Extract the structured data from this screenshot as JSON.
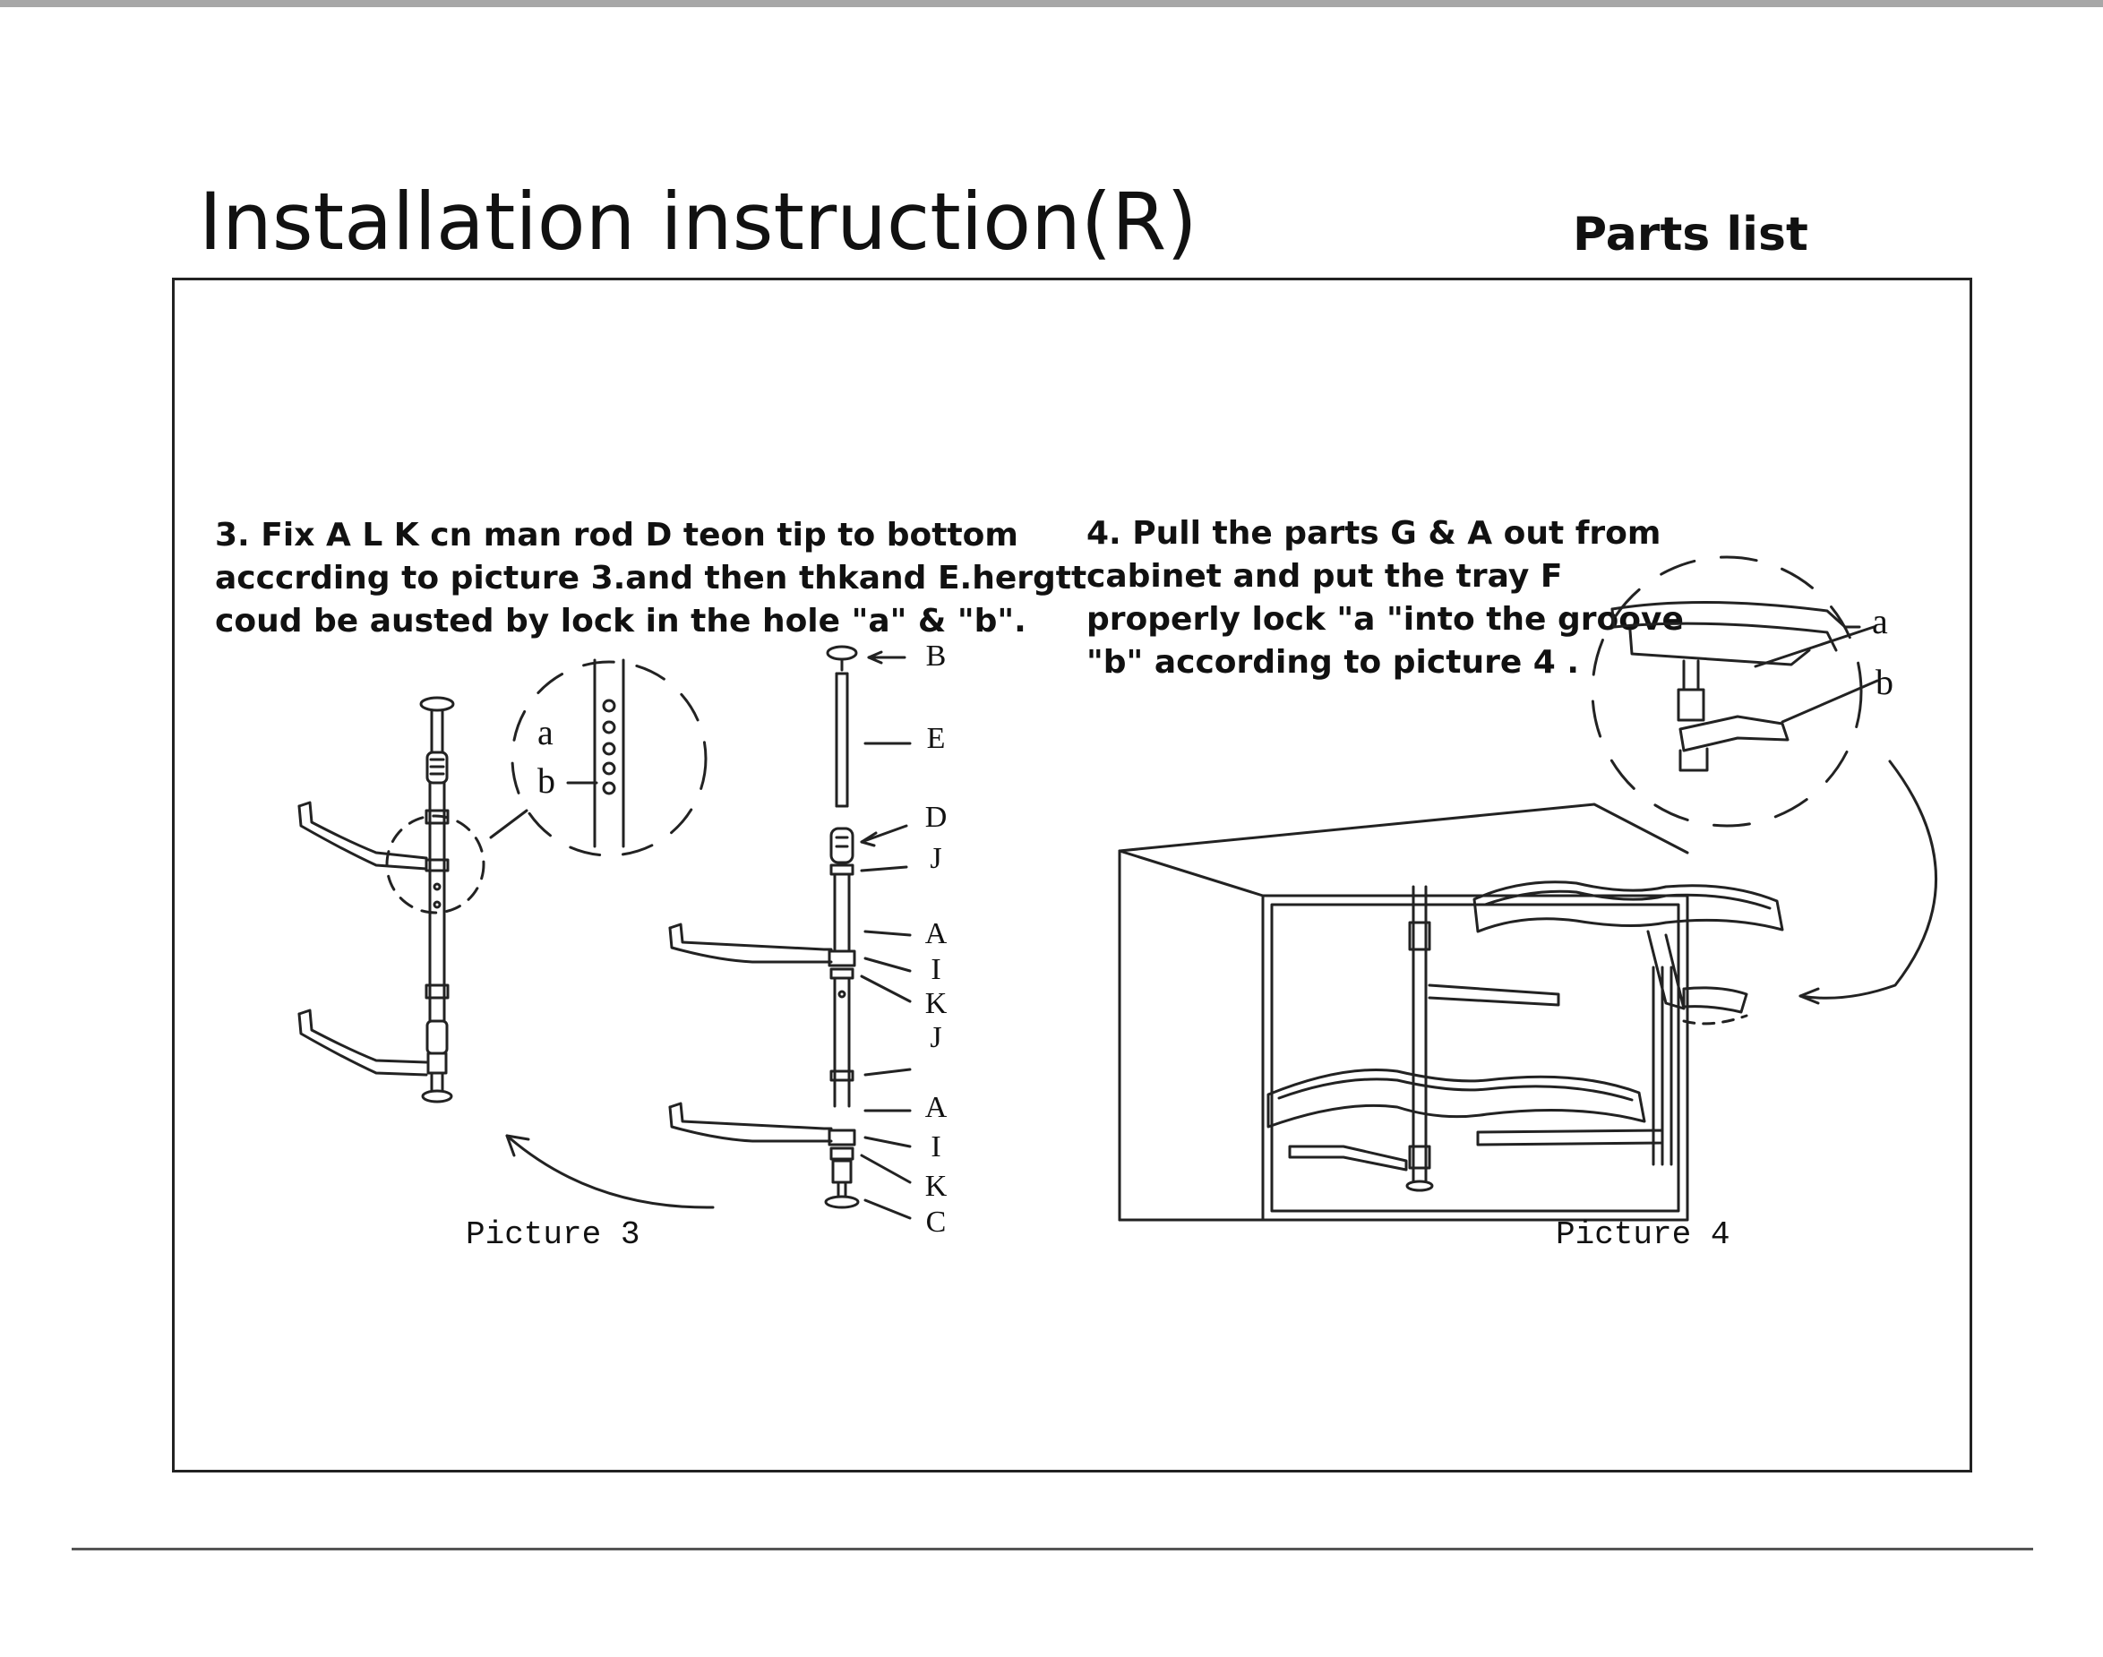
{
  "header": {
    "title": "Installation instruction(R)",
    "parts_list": "Parts list"
  },
  "step3": {
    "lines": [
      "3. Fix A L K cn man rod D teon tip to bottom",
      "acccrding to picture 3.and then  thkand E.hergtt",
      "coud be austed by lock in the hole \"a\" & \"b\"."
    ],
    "caption": "Picture 3",
    "callout": {
      "a": "a",
      "b": "b"
    },
    "part_labels": [
      "B",
      "E",
      "D",
      "J",
      "A",
      "I",
      "K",
      "J",
      "A",
      "I",
      "K",
      "C"
    ]
  },
  "step4": {
    "lines": [
      "4. Pull the parts G & A out from",
      "cabinet and put the tray F",
      "properly lock \"a \"into the groove",
      "\"b\" according to picture 4 ."
    ],
    "caption": "Picture 4",
    "callout": {
      "a": "a",
      "b": "b"
    }
  },
  "colors": {
    "ink": "#111111",
    "top_bar": "#a7a7a7",
    "paper": "#ffffff"
  }
}
